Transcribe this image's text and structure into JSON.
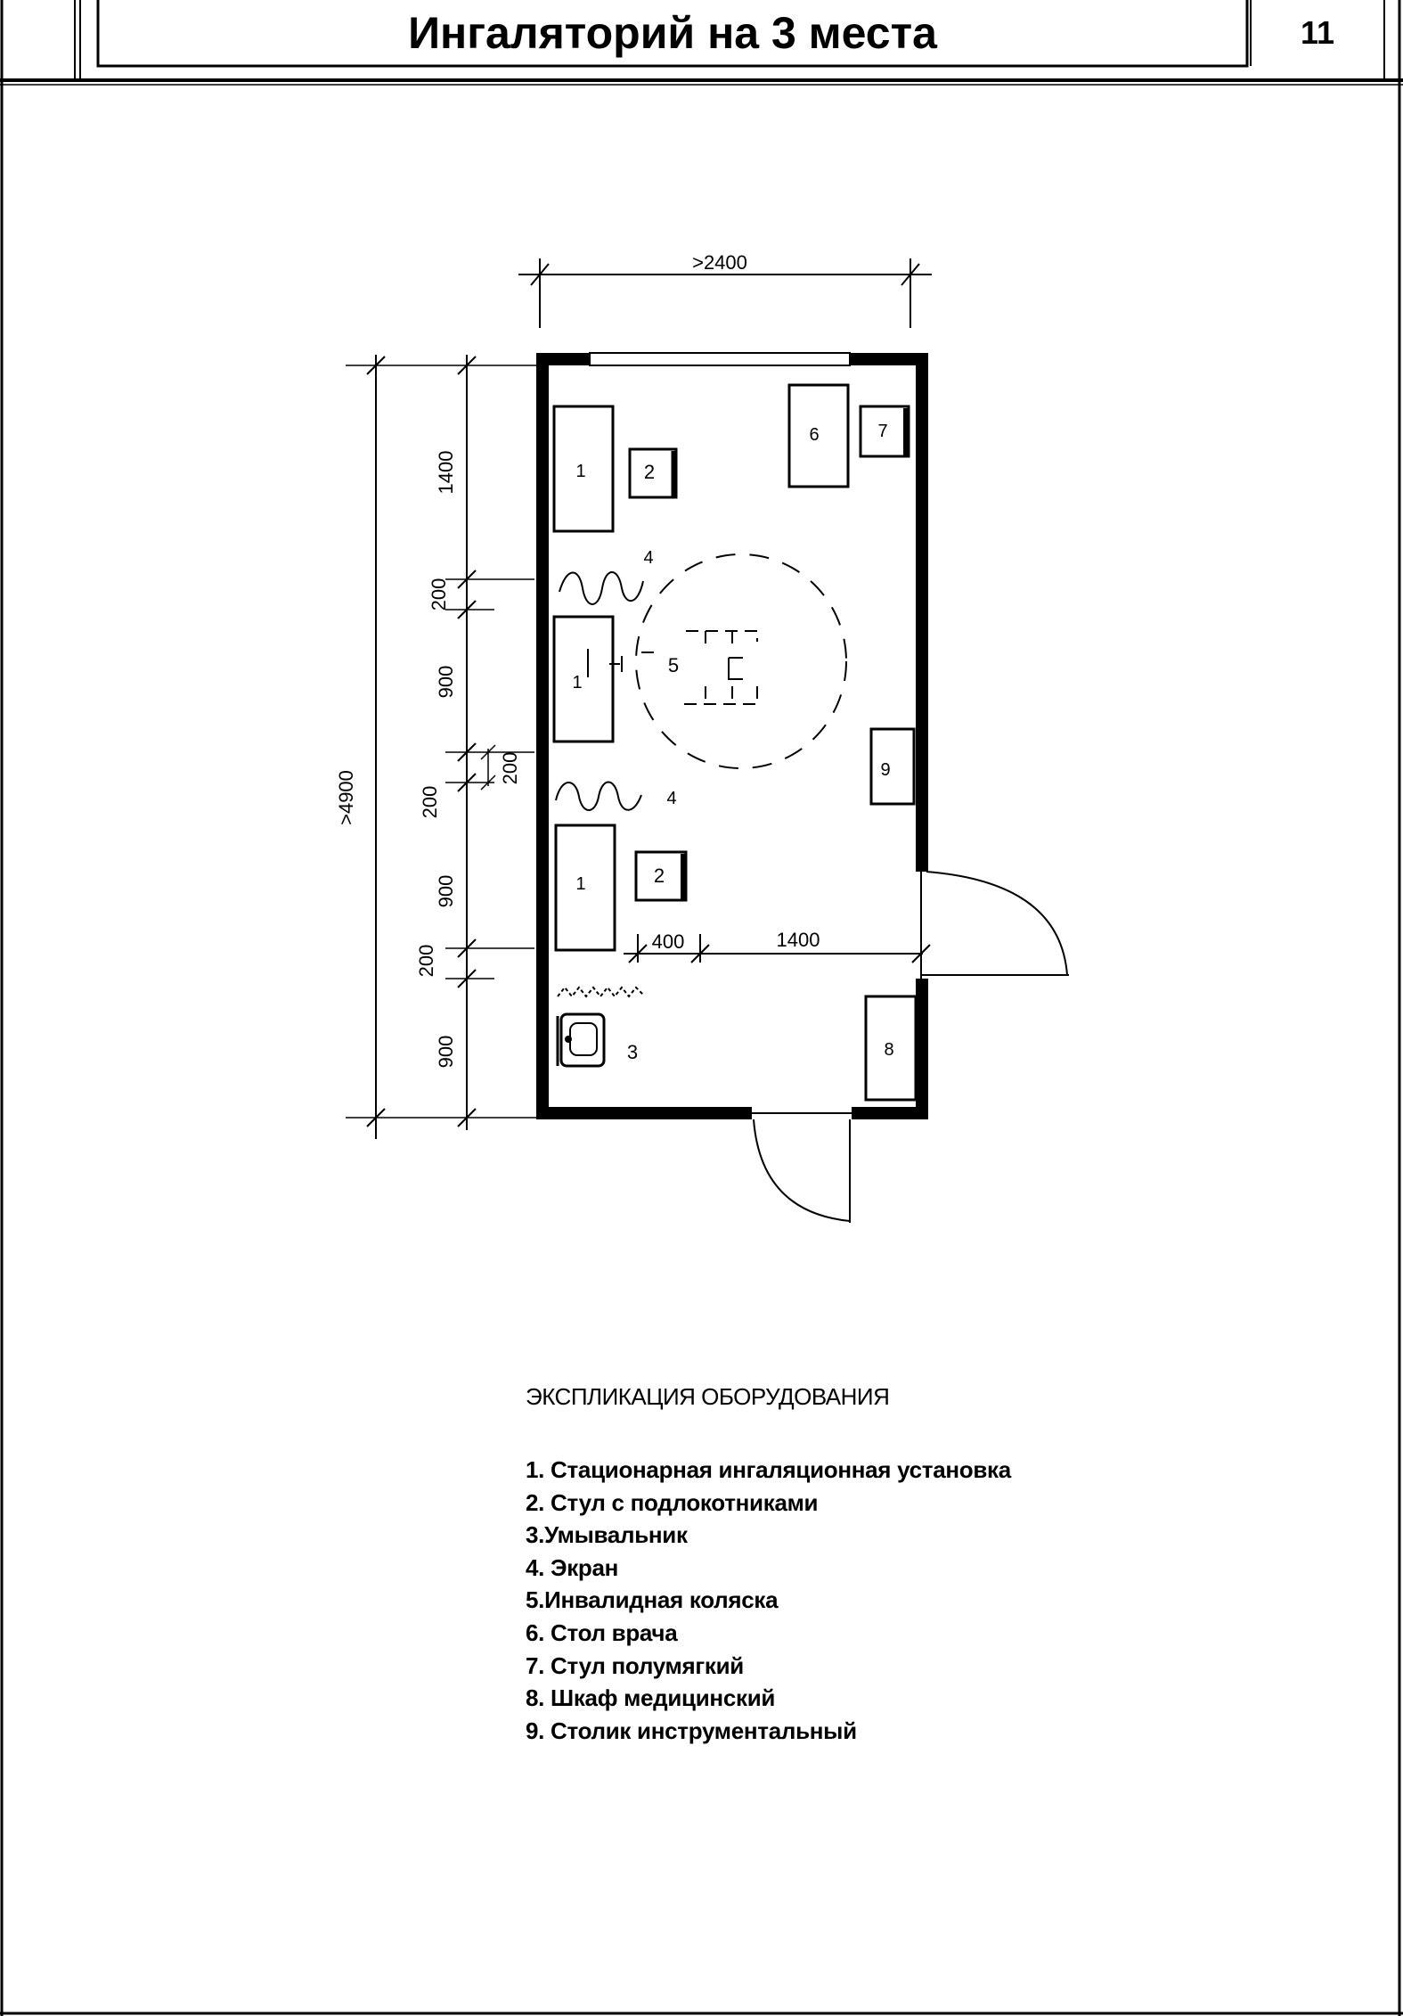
{
  "header": {
    "title": "Ингаляторий на 3 места",
    "page_number": "11"
  },
  "plan": {
    "dimensions": {
      "width_top": ">2400",
      "height_total": ">4900",
      "seg_1400": "1400",
      "seg_200_a": "200",
      "seg_900_a": "900",
      "seg_200_b": "200",
      "seg_900_b": "900",
      "seg_200_c": "200",
      "seg_900_c": "900",
      "inner_200": "200",
      "dim_400": "400",
      "dim_1400": "1400"
    },
    "labels": {
      "unit_1a": "1",
      "unit_1b": "1",
      "unit_1c": "1",
      "unit_2a": "2",
      "unit_2b": "2",
      "unit_3": "3",
      "screen_4a": "4",
      "screen_4b": "4",
      "wheelchair_5": "5",
      "desk_6": "6",
      "chair_7": "7",
      "cabinet_8": "8",
      "table_9": "9"
    }
  },
  "legend": {
    "title": "ЭКСПЛИКАЦИЯ ОБОРУДОВАНИЯ",
    "items": [
      "1. Стационарная ингаляционная установка",
      "2. Стул с подлокотниками",
      "3.Умывальник",
      "4. Экран",
      "5.Инвалидная коляска",
      "6. Стол врача",
      "7. Стул полумягкий",
      "8. Шкаф медицинский",
      "9. Столик инструментальный"
    ]
  }
}
